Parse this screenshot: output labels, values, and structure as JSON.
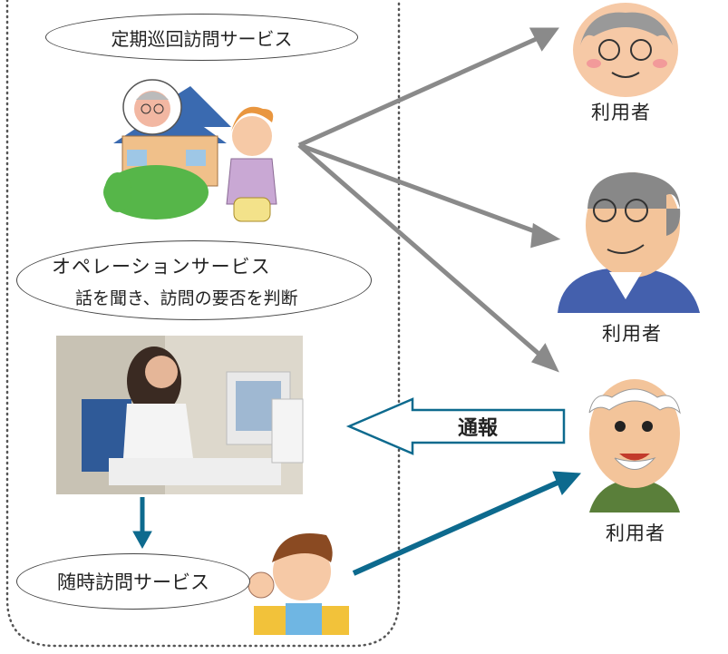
{
  "services": {
    "periodic": "定期巡回訪問サービス",
    "operation_title": "オペレーションサービス",
    "operation_desc": "話を聞き、訪問の要否を判断",
    "anytime": "随時訪問サービス"
  },
  "report_label": "通報",
  "users": [
    "利用者",
    "利用者",
    "利用者"
  ],
  "colors": {
    "gray_arrow": "#8a8a8a",
    "teal_arrow": "#0d6a8e",
    "dotted_border": "#555555"
  }
}
